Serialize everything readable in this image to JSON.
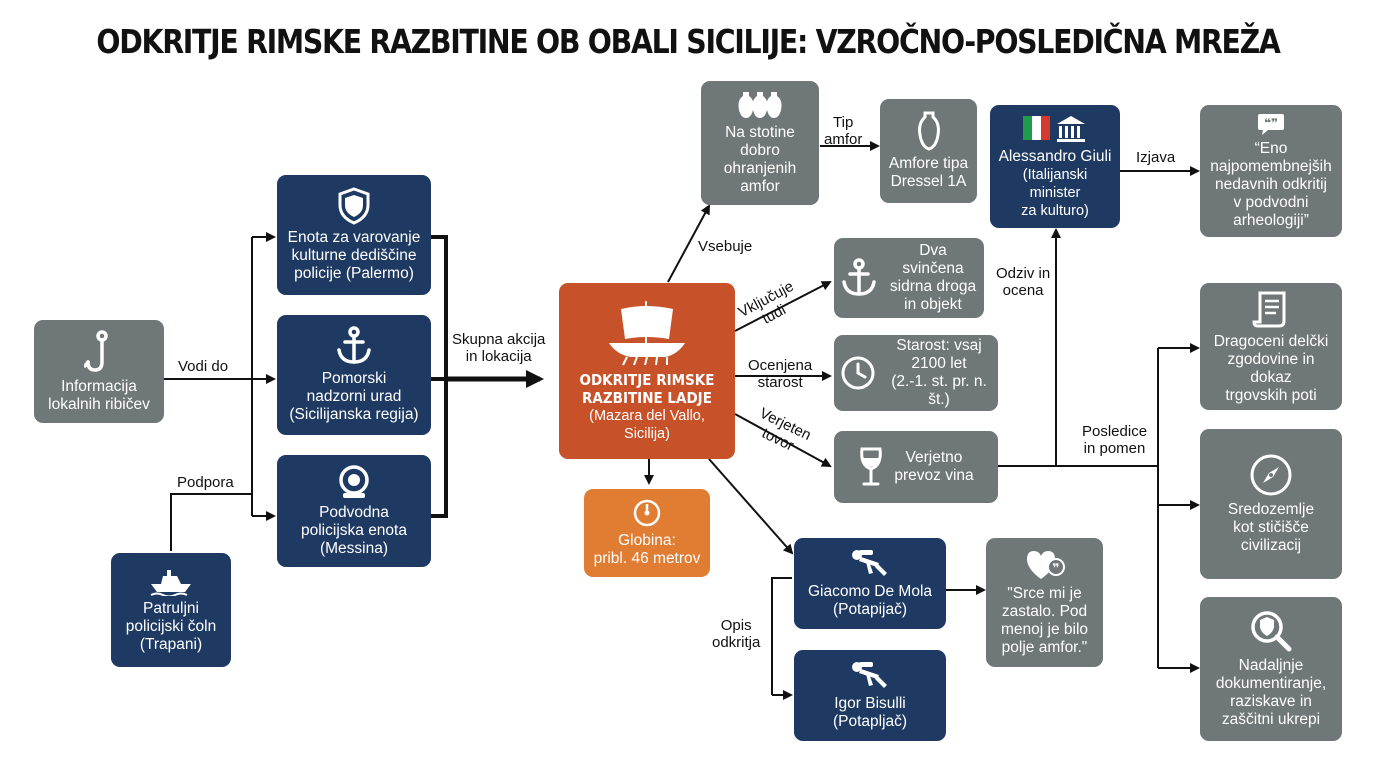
{
  "title": "ODKRITJE RIMSKE RAZBITINE OB OBALI SICILIJE: VZROČNO-POSLEDIČNA MREŽA",
  "colors": {
    "grey": "#6f7778",
    "navy": "#1e3a62",
    "red": "#c7522a",
    "orange": "#e07d33"
  },
  "nodes": {
    "info": {
      "text": "Informacija\nlokalnih ribičev",
      "icon": "fishhook-icon"
    },
    "enota": {
      "text": "Enota za varovanje\nkulturne dediščine\npolicije (Palermo)",
      "icon": "shield-icon"
    },
    "pomorski": {
      "text": "Pomorski\nnadzorni urad\n(Sicilijanska regija)",
      "icon": "anchor-icon"
    },
    "podvodna": {
      "text": "Podvodna\npolicijska enota\n(Messina)",
      "icon": "diving-helmet-icon"
    },
    "coln": {
      "text": "Patruljni\npolicijski čoln\n(Trapani)",
      "icon": "boat-icon"
    },
    "main": {
      "title": "ODKRITJE RIMSKE\nRAZBITINE LADJE",
      "sub": "(Mazara del Vallo,\nSicilija)",
      "icon": "roman-ship-icon"
    },
    "globina": {
      "text": "Globina:\npribl. 46 metrov",
      "icon": "depth-gauge-icon"
    },
    "amfore": {
      "text": "Na stotine\ndobro\nohranjenih\namfor",
      "icon": "amphorae-icon"
    },
    "dressel": {
      "text": "Amfore tipa\nDressel 1A",
      "icon": "amphora-icon"
    },
    "sidra": {
      "text": "Dva svinčena\nsidrna droga\nin objekt",
      "icon": "anchor-icon"
    },
    "starost": {
      "text": "Starost: vsaj\n2100 let\n(2.-1. st. pr. n. št.)",
      "icon": "clock-icon"
    },
    "vino": {
      "text": "Verjetno\nprevoz vina",
      "icon": "wine-glass-icon"
    },
    "giacomo": {
      "text": "Giacomo De Mola\n(Potapijač)",
      "icon": "diver-icon"
    },
    "igor": {
      "text": "Igor Bisulli\n(Potapljač)",
      "icon": "diver-icon"
    },
    "srce": {
      "text": "\"Srce mi je\nzastalo. Pod\nmenoj je bilo\npolje amfor.\"",
      "icon": "heart-quote-icon"
    },
    "giuli": {
      "title": "Alessandro Giuli",
      "sub": "(Italijanski minister\nza kulturo)",
      "icon": "italy-flag-ministry-icon"
    },
    "izjava": {
      "text": "“Eno\nnajpomembnejših\nnedavnih odkritij\nv podvodni\narheologiji”",
      "icon": "quote-icon"
    },
    "delcki": {
      "text": "Dragoceni delčki\nzgodovine in dokaz\ntrgovskih poti",
      "icon": "scroll-icon"
    },
    "sredozemlje": {
      "text": "Sredozemlje\nkot stičišče\ncivilizacij",
      "icon": "compass-icon"
    },
    "nadaljnje": {
      "text": "Nadaljnje\ndokumentiranje,\nraziskave in\nzaščitni ukrepi",
      "icon": "magnifier-shield-icon"
    }
  },
  "labels": {
    "vodi_do": "Vodi do",
    "podpora": "Podpora",
    "skupna": "Skupna akcija\nin lokacija",
    "vsebuje": "Vsebuje",
    "tip_amfor": "Tip\namfor",
    "vkljucuje": "Vključuje\ntudi",
    "ocenjena": "Ocenjena\nstarost",
    "verjeten": "Verjeten\ntovor",
    "opis": "Opis\nodkritja",
    "odziv": "Odziv in\nocena",
    "izjava": "Izjava",
    "posledice": "Posledice\nin pomen"
  }
}
